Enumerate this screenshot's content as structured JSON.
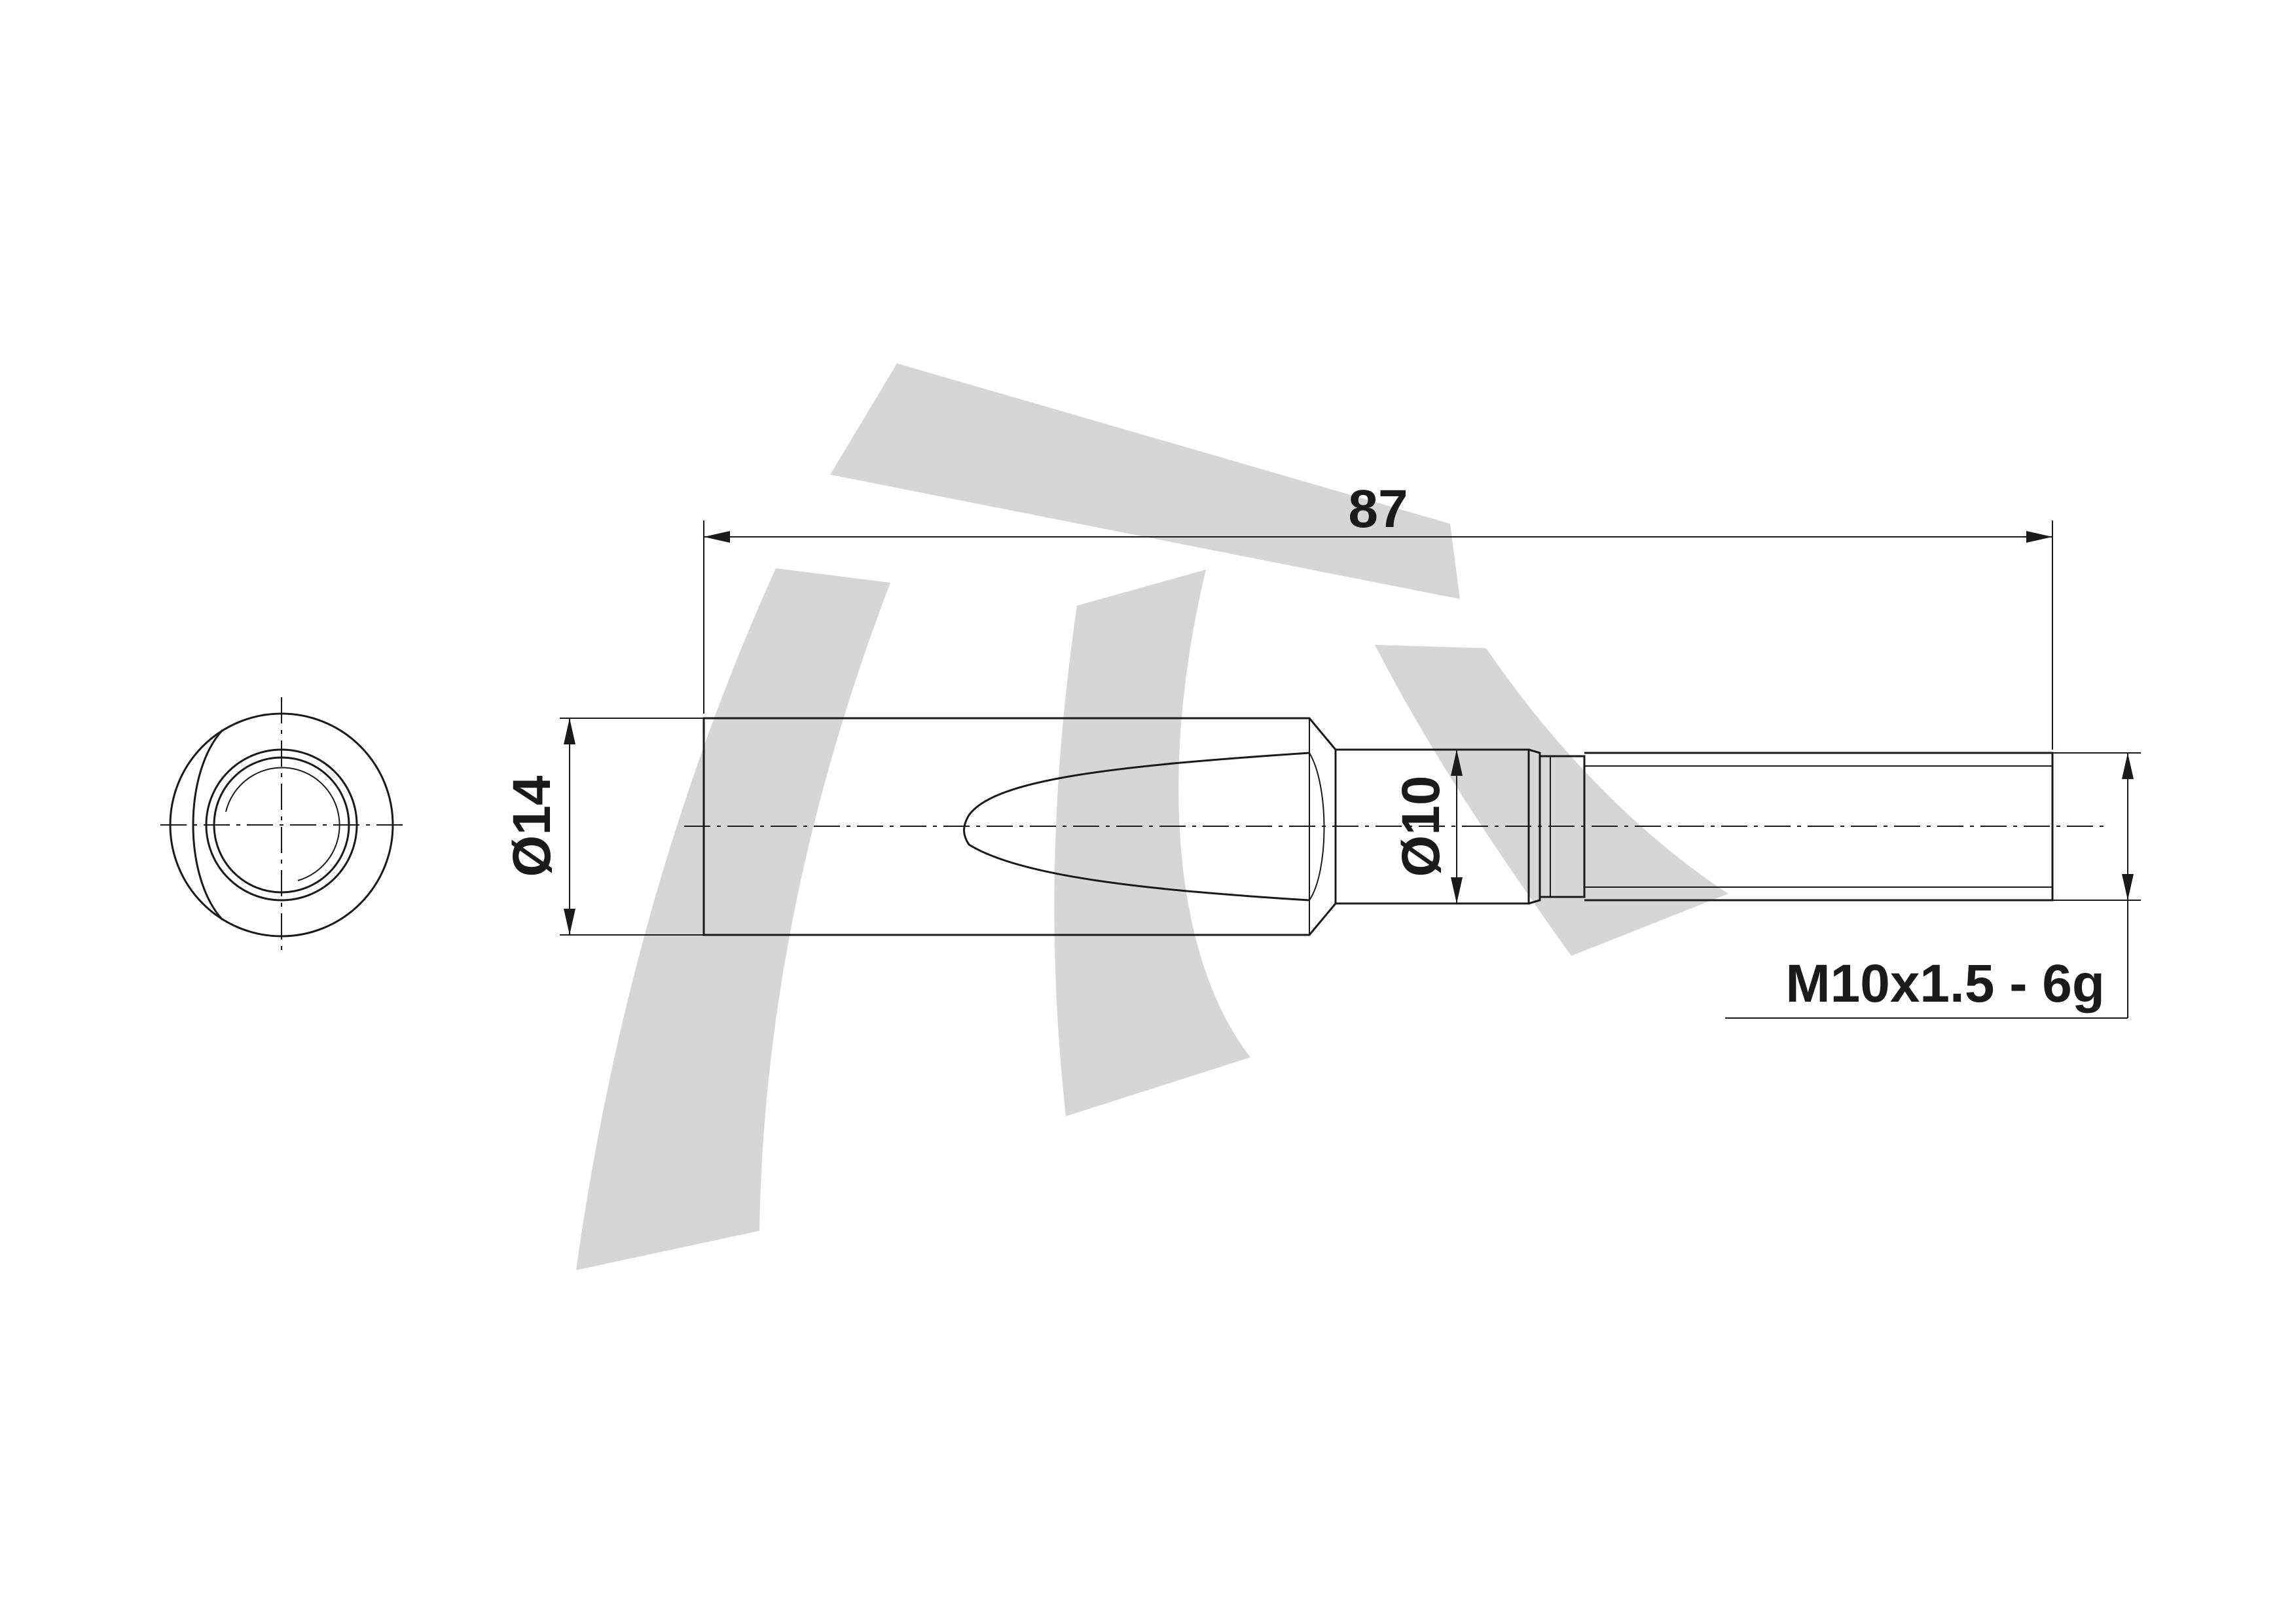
{
  "drawing": {
    "dimensions": {
      "overall_length": "87",
      "head_diameter": "Ø14",
      "neck_diameter": "Ø10",
      "thread_spec": "M10x1.5 - 6g"
    },
    "watermark_icon": "logo-watermark",
    "colors": {
      "line": "#1a1a1a",
      "watermark": "#d6d6d6",
      "background": "#ffffff"
    }
  }
}
